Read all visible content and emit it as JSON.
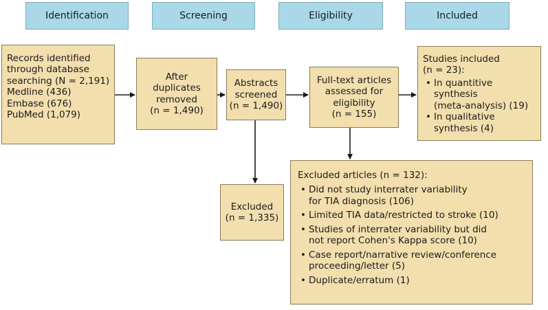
{
  "stages": {
    "identification": "Identification",
    "screening": "Screening",
    "eligibility": "Eligibility",
    "included": "Included"
  },
  "records": {
    "lines": [
      "Records identified",
      "through database",
      "searching (N = 2,191)",
      "Medline (436)",
      "Embase (676)",
      "PubMed (1,079)"
    ]
  },
  "duplicates": {
    "lines": [
      "After",
      "duplicates",
      "removed",
      "(n = 1,490)"
    ]
  },
  "abstracts": {
    "lines": [
      "Abstracts",
      "screened",
      "(n = 1,490)"
    ]
  },
  "fulltext": {
    "lines": [
      "Full-text articles",
      "assessed for",
      "eligibility",
      "(n = 155)"
    ]
  },
  "studies_included": {
    "title_lines": [
      "Studies included",
      "(n = 23):"
    ],
    "bullets": [
      "In quantitive synthesis\n(meta-analysis) (19)",
      "In qualitative\nsynthesis (4)"
    ]
  },
  "excluded_abstracts": {
    "lines": [
      "Excluded",
      "(n = 1,335)"
    ]
  },
  "excluded_articles": {
    "title": "Excluded articles (n = 132):",
    "bullets": [
      "Did not study interrater variability\nfor TIA diagnosis (106)",
      "Limited TIA data/restricted to stroke (10)",
      "Studies of interrater variability but did\nnot report Cohen's Kappa score (10)",
      "Case report/narrative review/conference\nproceeding/letter (5)",
      "Duplicate/erratum (1)"
    ]
  },
  "colors": {
    "stage_fill": "#a9d8e9",
    "box_fill": "#f3dfae",
    "arrow": "#1a1a1a"
  }
}
